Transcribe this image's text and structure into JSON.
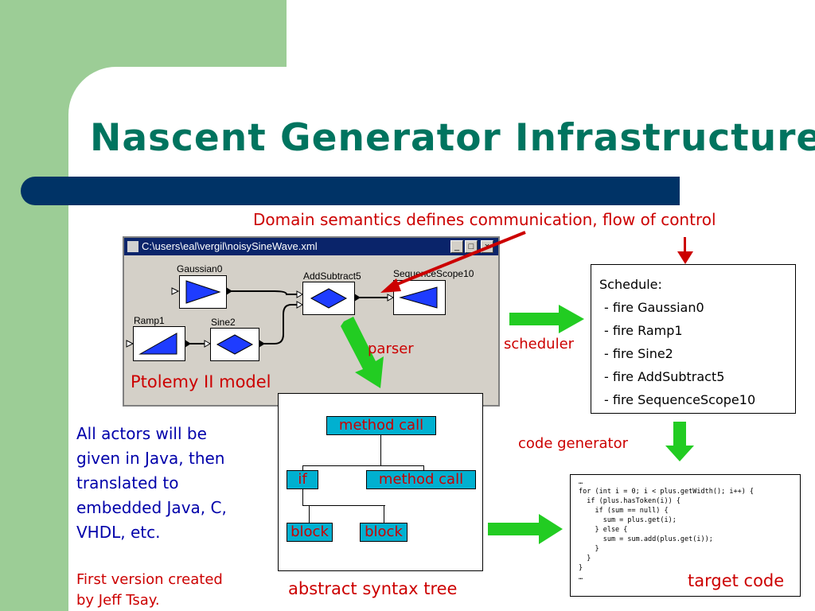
{
  "title": "Nascent Generator Infrastructure",
  "domain_note": "Domain semantics defines communication, flow of control",
  "window": {
    "title": "C:\\users\\eal\\vergil\\noisySineWave.xml",
    "minimize": "_",
    "maximize": "□",
    "close": "×"
  },
  "actors": {
    "gaussian": "Gaussian0",
    "addsubtract": "AddSubtract5",
    "scope": "SequenceScope10",
    "ramp": "Ramp1",
    "sine": "Sine2"
  },
  "model_label": "Ptolemy II model",
  "parser_label": "parser",
  "scheduler_label": "scheduler",
  "code_generator_label": "code generator",
  "schedule": {
    "heading": "Schedule:",
    "items": [
      " - fire Gaussian0",
      " - fire Ramp1",
      " - fire Sine2",
      " - fire AddSubtract5",
      " - fire SequenceScope10"
    ]
  },
  "ast": {
    "root": "method call",
    "if": "if",
    "method_call": "method call",
    "block1": "block",
    "block2": "block",
    "label": "abstract syntax tree"
  },
  "code_lines": [
    "…",
    "for (int i = 0; i < plus.getWidth(); i++) {",
    "  if (plus.hasToken(i)) {",
    "    if (sum == null) {",
    "      sum = plus.get(i);",
    "    } else {",
    "      sum = sum.add(plus.get(i));",
    "    }",
    "  }",
    "}",
    "…"
  ],
  "target_code_label": "target code",
  "actors_note": [
    "All actors will be",
    "given in Java, then",
    "translated to",
    "embedded Java, C,",
    "VHDL, etc."
  ],
  "credit": [
    "First version created",
    "by Jeff Tsay."
  ],
  "colors": {
    "background_green": "#9ccd96",
    "title_teal": "#00745f",
    "bar_navy": "#003366",
    "accent_red": "#cc0000",
    "arrow_green": "#22cc22",
    "node_cyan": "#00b0d0"
  }
}
